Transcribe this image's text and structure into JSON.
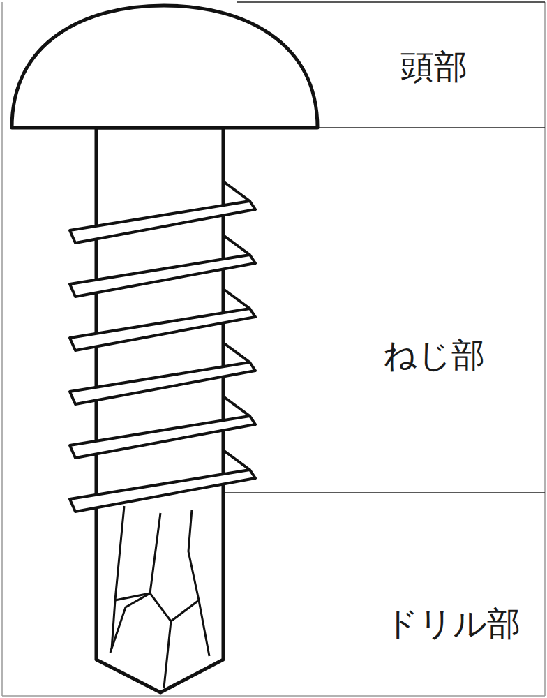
{
  "diagram": {
    "labels": [
      "頭部",
      "ねじ部",
      "ドリル部"
    ]
  }
}
